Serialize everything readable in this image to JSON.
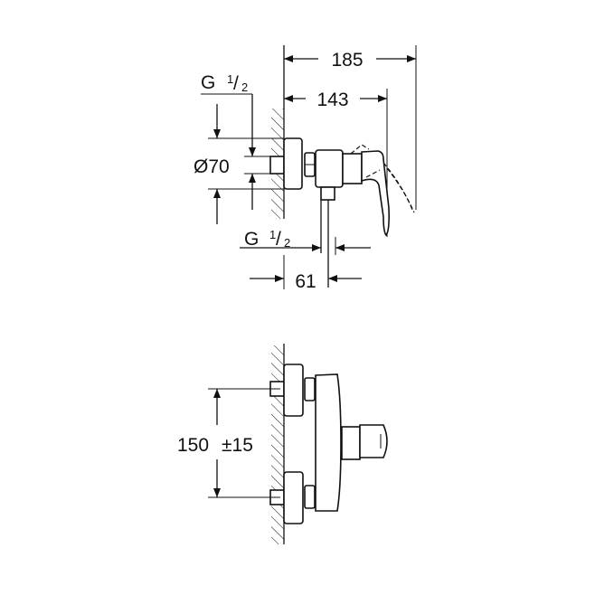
{
  "side_view": {
    "dim_total_depth": "185",
    "dim_handle_depth": "143",
    "thread_inlet": {
      "prefix": "G",
      "num": "1",
      "den": "2"
    },
    "dim_flange_diameter": "Ø70",
    "thread_outlet": {
      "prefix": "G",
      "num": "1",
      "den": "2"
    },
    "dim_outlet_offset": "61"
  },
  "front_view": {
    "dim_center_distance": "150",
    "dim_tolerance": "±15"
  }
}
